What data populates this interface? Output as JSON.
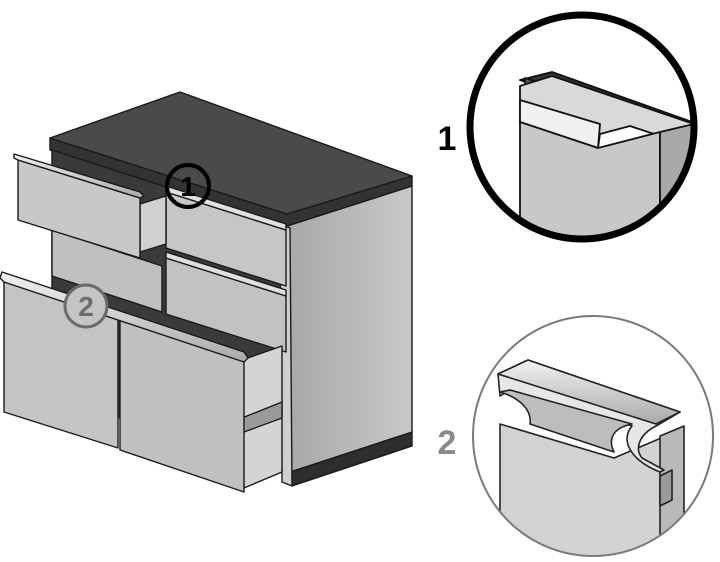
{
  "callouts": [
    {
      "number": "1",
      "ring_color": "#000000",
      "text_color": "#000000"
    },
    {
      "number": "2",
      "ring_color": "#6b6b6b",
      "text_color": "#6b6b6b"
    }
  ],
  "detail_labels": [
    {
      "number": "1",
      "color": "#000000"
    },
    {
      "number": "2",
      "color": "#8a8a8a"
    }
  ],
  "colors": {
    "top_surface": "#4a4a4a",
    "side_panel": "#b9b9b9",
    "front_panel": "#c4c4c4",
    "dark_interior": "#3a3a3a",
    "plinth": "#2e2e2e",
    "handle": "#d8d8d8"
  }
}
